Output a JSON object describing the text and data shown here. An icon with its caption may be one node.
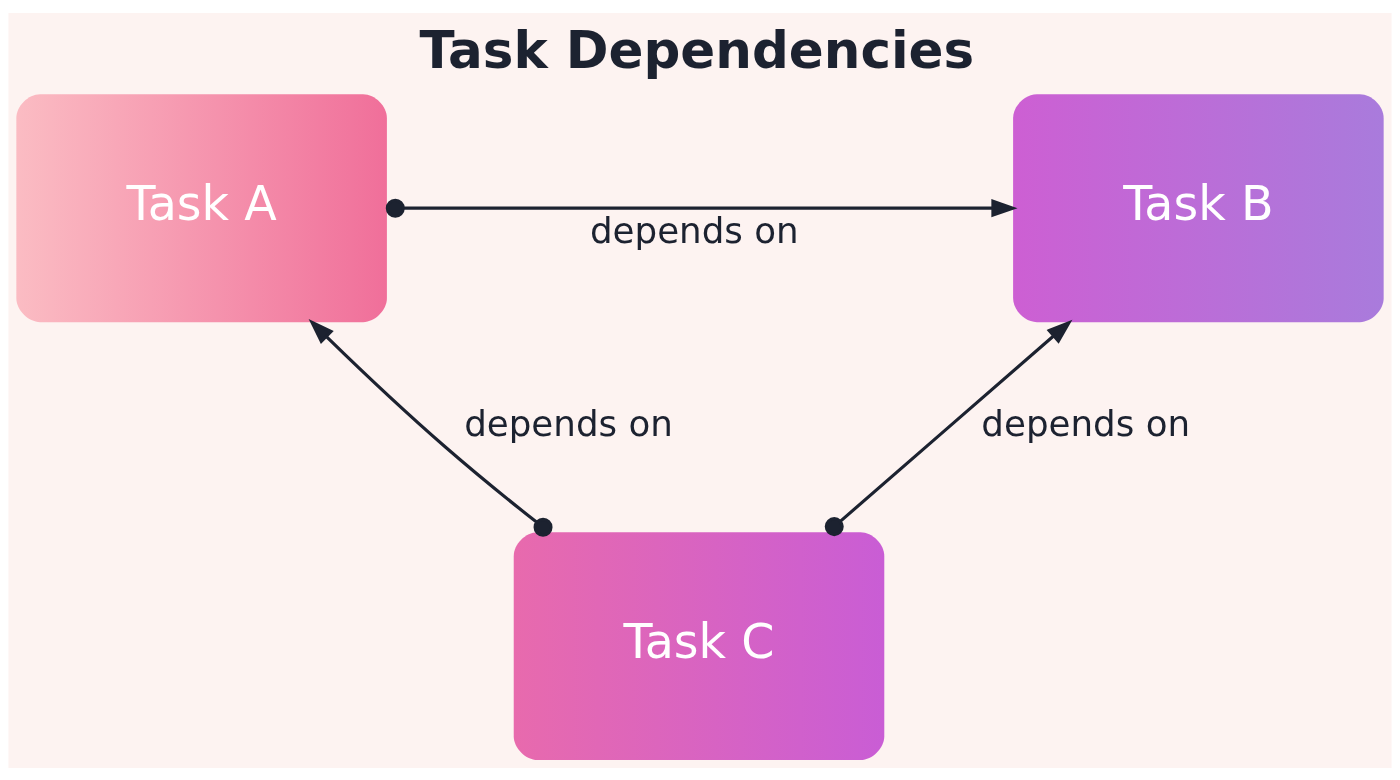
{
  "diagram": {
    "title": "Task Dependencies",
    "nodes": [
      {
        "text": [
          "Task A"
        ]
      },
      {
        "text": [
          "Task B"
        ]
      },
      {
        "text": [
          "Task C"
        ]
      }
    ],
    "edges": [
      {
        "from": 0,
        "to": 1,
        "arrow": "to",
        "label": "depends on"
      },
      {
        "from": 2,
        "to": 0,
        "arrow": "to",
        "label": "depends on"
      },
      {
        "from": 2,
        "to": 1,
        "arrow": "to",
        "label": "depends on"
      }
    ]
  }
}
